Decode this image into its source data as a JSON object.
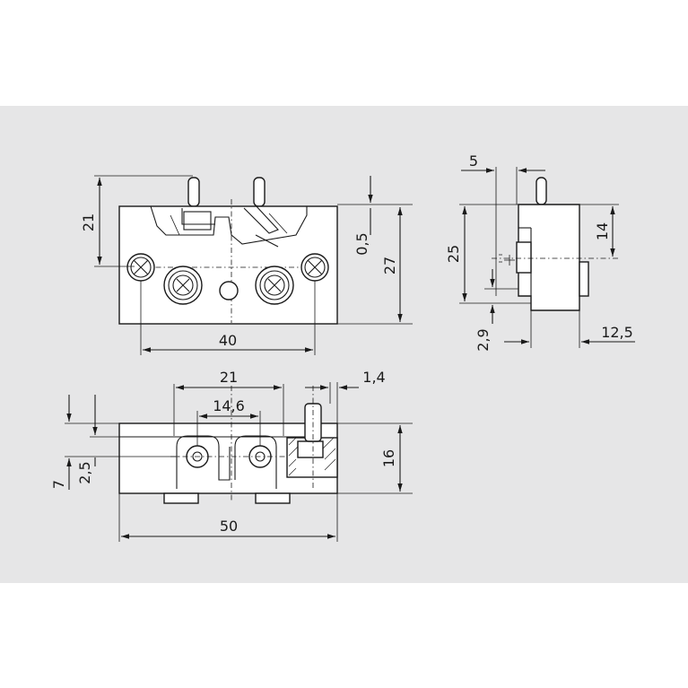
{
  "drawing": {
    "background_color": "#e6e6e7",
    "line_color": "#1a1a1a",
    "dimensions": {
      "front_height_21": "21",
      "front_offset_0_5": "0,5",
      "front_height_27": "27",
      "front_width_40": "40",
      "side_width_5": "5",
      "side_height_25": "25",
      "side_height_14": "14",
      "side_offset_2_9": "2,9",
      "side_depth_12_5": "12,5",
      "top_width_21": "21",
      "top_width_14_6": "14,6",
      "top_offset_1_4": "1,4",
      "top_height_7": "7",
      "top_height_2_5": "2,5",
      "top_height_16": "16",
      "top_length_50": "50"
    }
  }
}
